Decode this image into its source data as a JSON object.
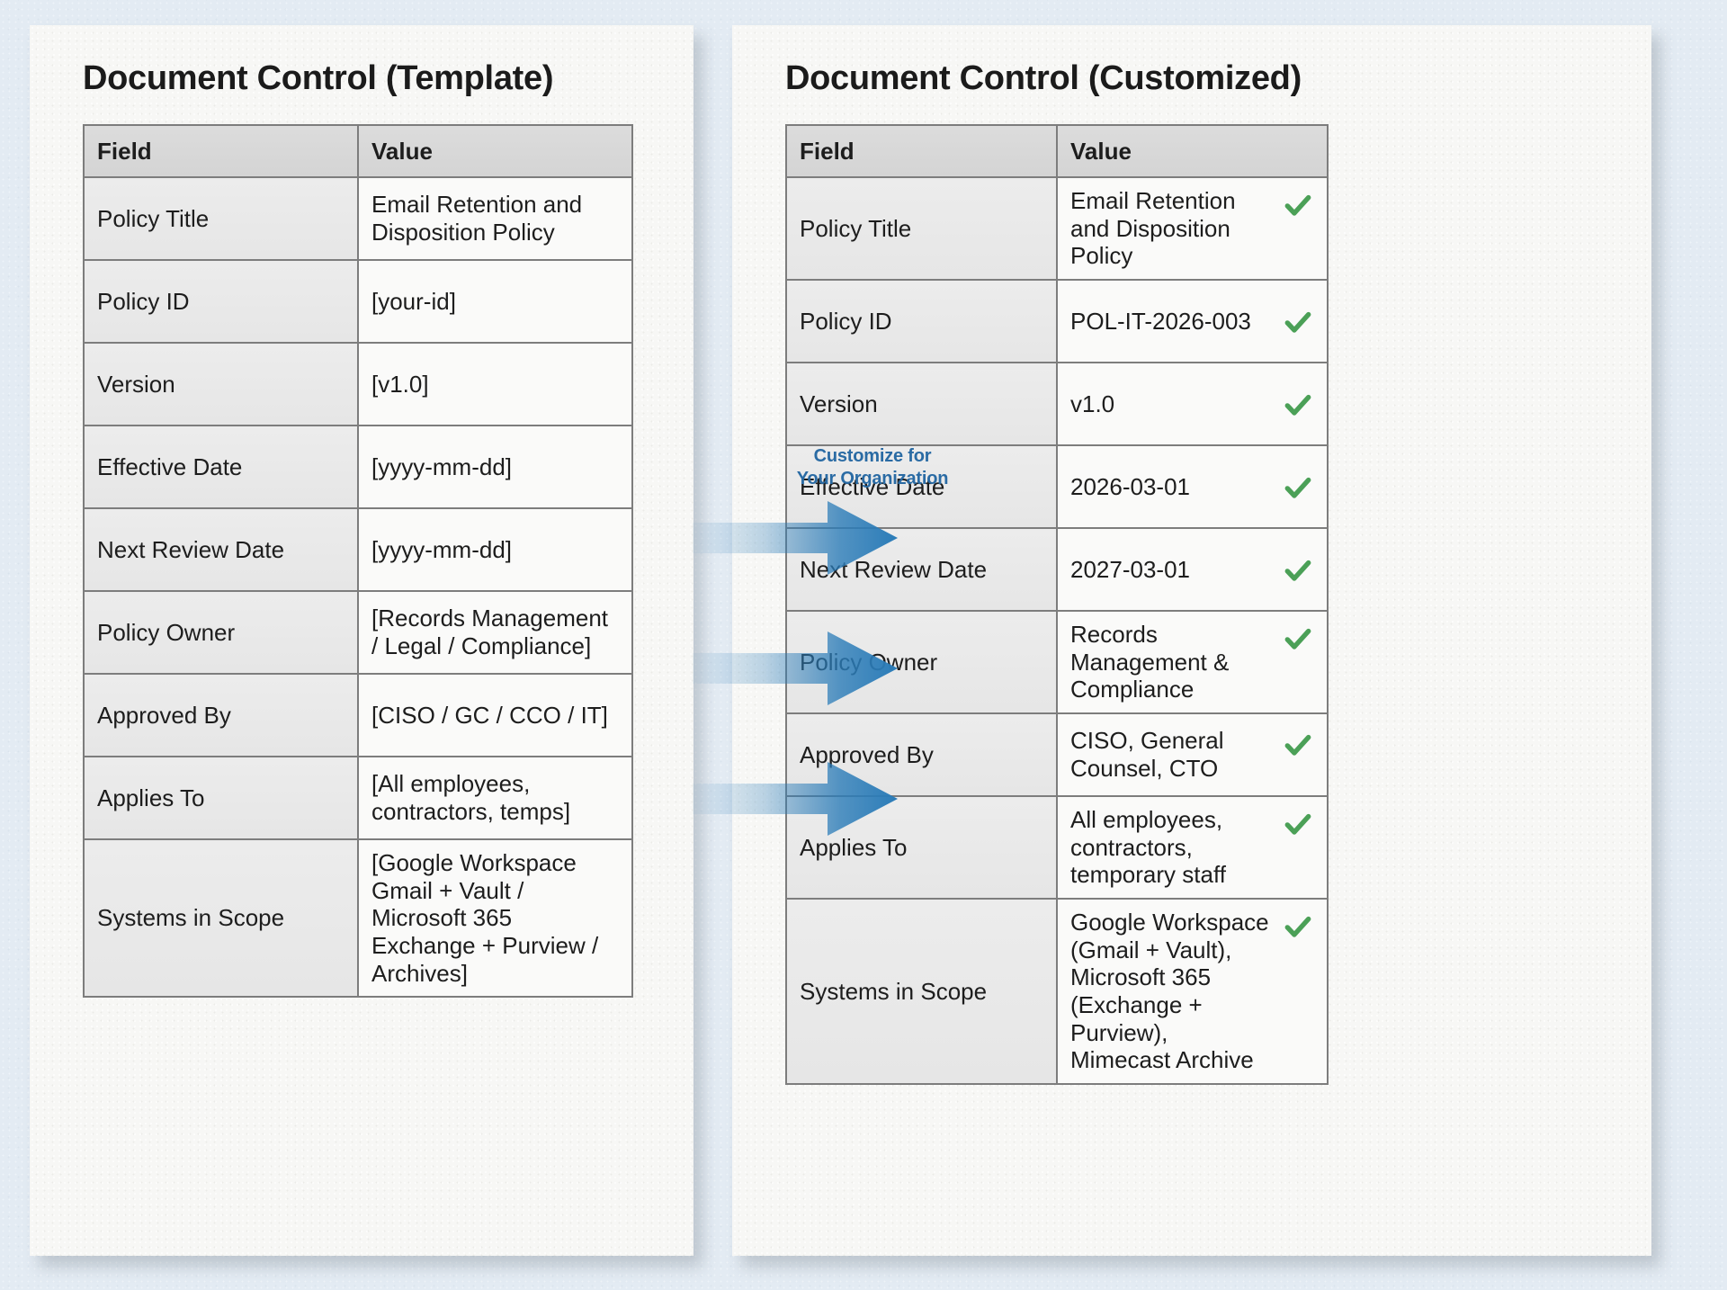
{
  "theme": {
    "background": "#e3ebf3",
    "card": "#f7f7f5",
    "placeholder_color": "#b5701c",
    "check_color": "#4ba057",
    "arrow_color": "#2b7cb8",
    "callout_color": "#2a6ba4",
    "header_fill": "#dcdcdc",
    "field_fill": "#ececec",
    "border": "#7d7d7d"
  },
  "middle": {
    "callout_line1": "Customize for",
    "callout_line2": "Your Organization",
    "arrow_count": 3,
    "arrow_icon": "right-arrow-icon"
  },
  "left_panel": {
    "title": "Document Control (Template)",
    "columns": [
      "Field",
      "Value"
    ],
    "rows": [
      {
        "field": "Policy Title",
        "value": "Email Retention and Disposition Policy",
        "placeholder": false
      },
      {
        "field": "Policy ID",
        "value": "[your-id]",
        "placeholder": true
      },
      {
        "field": "Version",
        "value": "[v1.0]",
        "placeholder": true
      },
      {
        "field": "Effective Date",
        "value": "[yyyy-mm-dd]",
        "placeholder": true
      },
      {
        "field": "Next Review Date",
        "value": "[yyyy-mm-dd]",
        "placeholder": true
      },
      {
        "field": "Policy Owner",
        "value": "[Records Management / Legal / Compliance]",
        "placeholder": true
      },
      {
        "field": "Approved By",
        "value": "[CISO / GC / CCO / IT]",
        "placeholder": true
      },
      {
        "field": "Applies To",
        "value": "[All employees, contractors, temps]",
        "placeholder": true
      },
      {
        "field": "Systems in Scope",
        "value": "[Google Workspace Gmail + Vault / Microsoft 365 Exchange + Purview / Archives]",
        "placeholder": true
      }
    ]
  },
  "right_panel": {
    "title": "Document Control (Customized)",
    "columns": [
      "Field",
      "Value"
    ],
    "check_icon": "check-icon",
    "rows": [
      {
        "field": "Policy Title",
        "value": "Email Retention and Disposition Policy",
        "checked": true
      },
      {
        "field": "Policy ID",
        "value": "POL-IT-2026-003",
        "checked": true
      },
      {
        "field": "Version",
        "value": "v1.0",
        "checked": true
      },
      {
        "field": "Effective Date",
        "value": "2026-03-01",
        "checked": true
      },
      {
        "field": "Next Review Date",
        "value": "2027-03-01",
        "checked": true
      },
      {
        "field": "Policy Owner",
        "value": "Records Management & Compliance",
        "checked": true
      },
      {
        "field": "Approved By",
        "value": "CISO, General Counsel, CTO",
        "checked": true
      },
      {
        "field": "Applies To",
        "value": "All employees, contractors, temporary staff",
        "checked": true
      },
      {
        "field": "Systems in Scope",
        "value": "Google Workspace (Gmail + Vault), Microsoft 365 (Exchange + Purview), Mimecast Archive",
        "checked": true
      }
    ]
  }
}
